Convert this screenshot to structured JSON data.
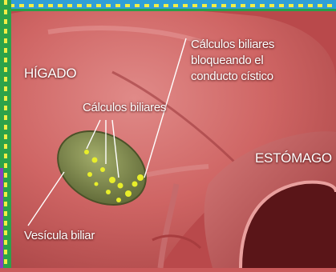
{
  "labels": {
    "liver": "HÍGADO",
    "gallstones": "Cálculos biliares",
    "gallstones_blocking": "Cálculos biliares\nbloqueando el\nconducto cístico",
    "stomach": "ESTÓMAGO",
    "gallbladder": "Vesícula biliar"
  },
  "colors": {
    "frame_blue": "#2f9fd8",
    "frame_green": "#2da24a",
    "frame_yellow": "#f2ee45",
    "frame_purple": "#8a3fc0",
    "tissue": "#c9595a",
    "gallbladder": "#7f8a4e",
    "stones": "#e8ee2a"
  }
}
